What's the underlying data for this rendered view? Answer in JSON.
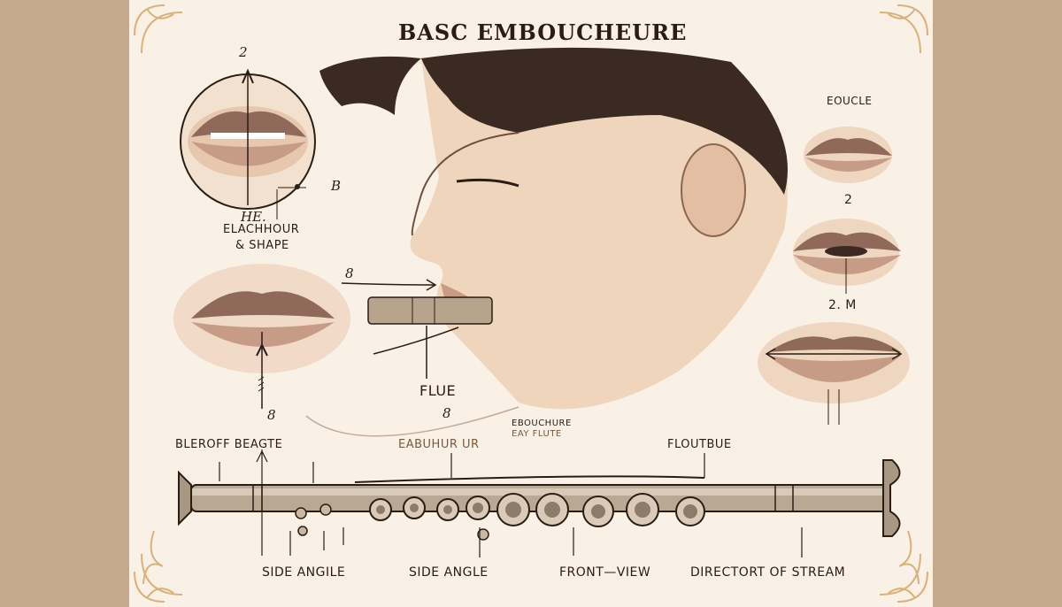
{
  "title": "BASC EMBOUCHEURE",
  "left_labels": {
    "top_number": "2",
    "circle_b": "B",
    "he": "HE.",
    "elachhour": "ELACHHOUR",
    "shape": "& SHAPE",
    "lower_8": "8"
  },
  "center_labels": {
    "arrow_8": "8",
    "flute": "FLUE",
    "flute_8": "8"
  },
  "right_labels": {
    "eoucle": "EOUCLE",
    "num_2": "2",
    "num_2m": "2. M"
  },
  "mid_labels": {
    "bleroff": "BLEROFF BEAGTE",
    "eabuhur": "EABUHUR UR",
    "ebouchure": "EBOUCHURE",
    "eay_flute": "EAY FLUTE",
    "floutbue": "FLOUTBUE"
  },
  "bottom_labels": {
    "side_angle_1": "SIDE ANGILE",
    "side_angle_2": "SIDE ANGLE",
    "front_view": "FRONT—VIEW",
    "director": "DIRECTORT OF STREAM"
  },
  "colors": {
    "background": "#c4a98b",
    "paper": "#faf1e6",
    "ink": "#2b1d14",
    "ornament": "#d8b27a",
    "skin": "#e9c9ad",
    "lips": "#b98a78",
    "metal": "#a89782"
  }
}
